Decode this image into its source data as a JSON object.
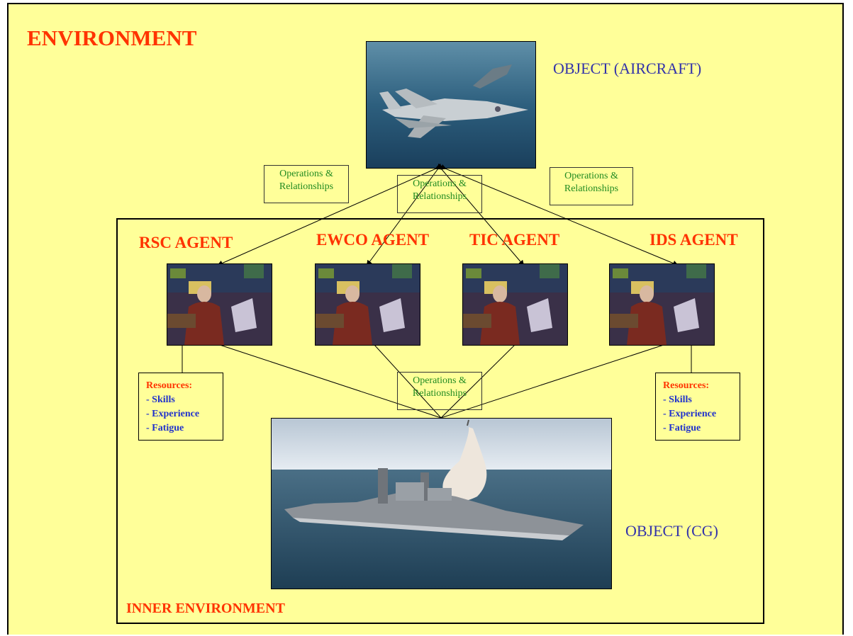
{
  "environment_title": "ENVIRONMENT",
  "inner_environment_title": "INNER ENVIRONMENT",
  "object_aircraft": "OBJECT (AIRCRAFT)",
  "object_cg": "OBJECT (CG)",
  "agents": [
    "RSC AGENT",
    "EWCO AGENT",
    "TIC AGENT",
    "IDS AGENT"
  ],
  "relation_label": {
    "line1": "Operations &",
    "line2": "Relationships"
  },
  "resources_left": {
    "heading": "Resources:",
    "items": [
      "- Skills",
      "- Experience",
      "- Fatigue"
    ]
  },
  "resources_right": {
    "heading": "Resources:",
    "items": [
      "- Skills",
      "- Experience",
      "- Fatigue"
    ]
  },
  "colors": {
    "background": "#ffff99",
    "title": "#ff3300",
    "object_text": "#3333aa",
    "relation_text": "#228b22",
    "resource_items": "#2233cc"
  }
}
